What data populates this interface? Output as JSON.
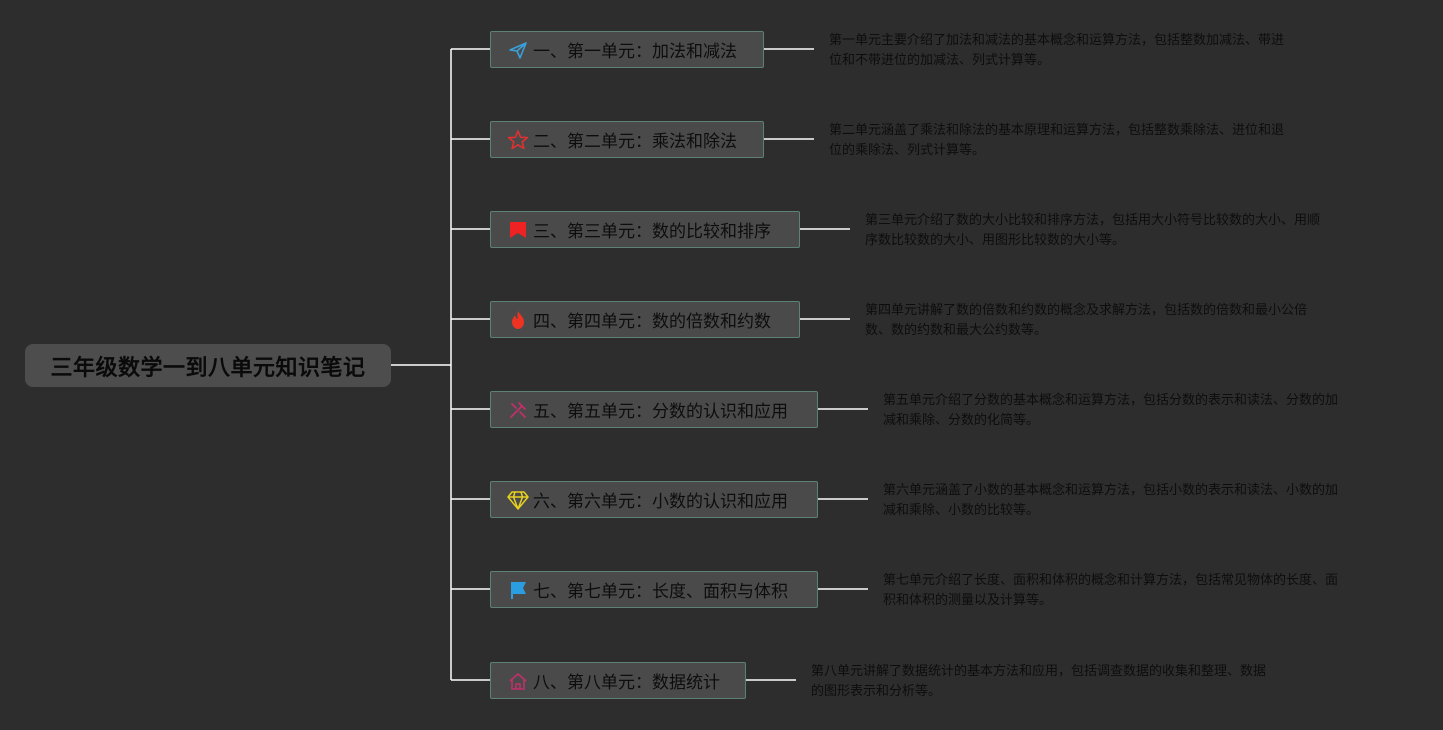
{
  "root": {
    "title": "三年级数学一到八单元知识笔记"
  },
  "units": [
    {
      "label": "一、第一单元：加法和减法",
      "icon": "paper-plane-icon",
      "icon_color": "#3aa0d8",
      "note": [
        "第一单元主要介绍了加法和减法的基本概念和运算方法，包括整数加减法、带进",
        "位和不带进位的加减法、列式计算等。"
      ]
    },
    {
      "label": "二、第二单元：乘法和除法",
      "icon": "star-icon",
      "icon_color": "#e03030",
      "note": [
        "第二单元涵盖了乘法和除法的基本原理和运算方法，包括整数乘除法、进位和退",
        "位的乘除法、列式计算等。"
      ]
    },
    {
      "label": "三、第三单元：数的比较和排序",
      "icon": "flag-banner-icon",
      "icon_color": "#ee2222",
      "note": [
        "第三单元介绍了数的大小比较和排序方法，包括用大小符号比较数的大小、用顺",
        "序数比较数的大小、用图形比较数的大小等。"
      ]
    },
    {
      "label": "四、第四单元：数的倍数和约数",
      "icon": "flame-icon",
      "icon_color": "#ee3322",
      "note": [
        "第四单元讲解了数的倍数和约数的概念及求解方法，包括数的倍数和最小公倍",
        "数、数的约数和最大公约数等。"
      ]
    },
    {
      "label": "五、第五单元：分数的认识和应用",
      "icon": "tools-icon",
      "icon_color": "#c0306a",
      "note": [
        "第五单元介绍了分数的基本概念和运算方法，包括分数的表示和读法、分数的加",
        "减和乘除、分数的化简等。"
      ]
    },
    {
      "label": "六、第六单元：小数的认识和应用",
      "icon": "diamond-icon",
      "icon_color": "#e8d020",
      "note": [
        "第六单元涵盖了小数的基本概念和运算方法，包括小数的表示和读法、小数的加",
        "减和乘除、小数的比较等。"
      ]
    },
    {
      "label": "七、第七单元：长度、面积与体积",
      "icon": "flag-icon",
      "icon_color": "#2a9ee0",
      "note": [
        "第七单元介绍了长度、面积和体积的概念和计算方法，包括常见物体的长度、面",
        "积和体积的测量以及计算等。"
      ]
    },
    {
      "label": "八、第八单元：数据统计",
      "icon": "home-icon",
      "icon_color": "#c0306a",
      "note": [
        "第八单元讲解了数据统计的基本方法和应用，包括调查数据的收集和整理、数据",
        "的图形表示和分析等。"
      ]
    }
  ]
}
